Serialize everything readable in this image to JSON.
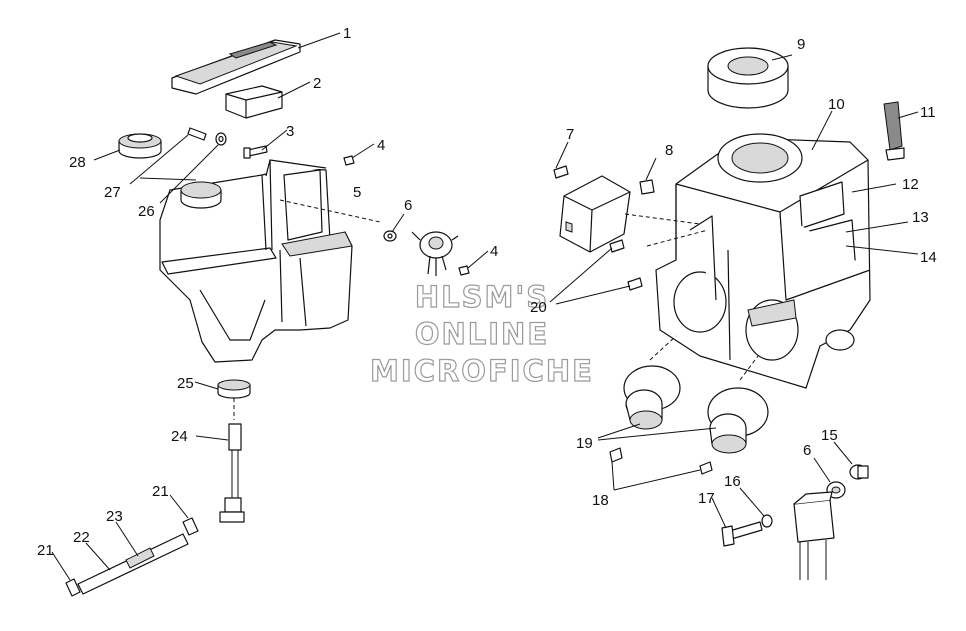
{
  "watermark": {
    "line1": "HLSM'S",
    "line2": "ONLINE",
    "line3": "MICROFICHE"
  },
  "callouts": {
    "n1": "1",
    "n2": "2",
    "n3": "3",
    "n4a": "4",
    "n4b": "4",
    "n5": "5",
    "n6a": "6",
    "n6b": "6",
    "n7": "7",
    "n8": "8",
    "n9": "9",
    "n10": "10",
    "n11": "11",
    "n12": "12",
    "n13": "13",
    "n14": "14",
    "n15": "15",
    "n16": "16",
    "n17": "17",
    "n18": "18",
    "n19": "19",
    "n20": "20",
    "n21a": "21",
    "n21b": "21",
    "n22": "22",
    "n23": "23",
    "n24": "24",
    "n25": "25",
    "n26": "26",
    "n27": "27",
    "n28": "28"
  }
}
